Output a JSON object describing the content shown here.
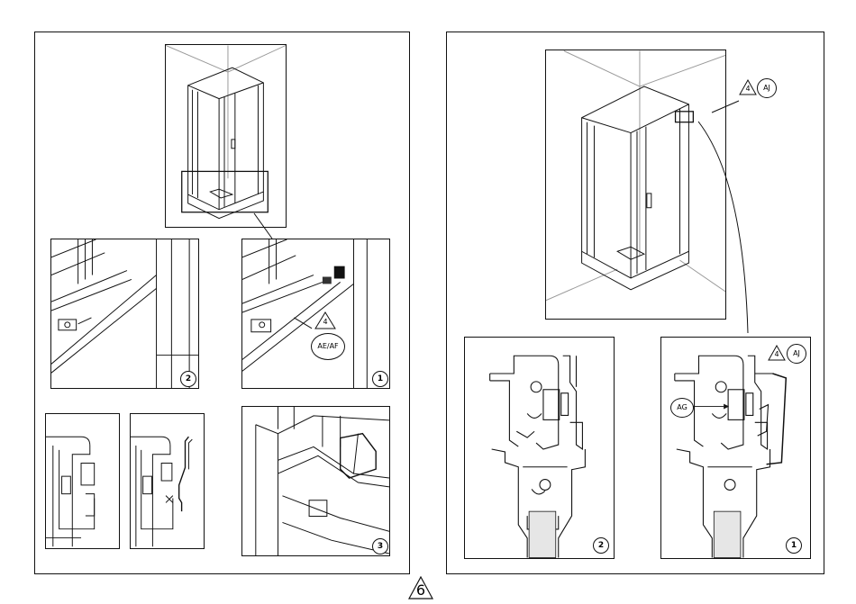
{
  "page_number": "6",
  "left_sheet": {
    "step_badges": {
      "detail_1": "1",
      "detail_2": "2",
      "detail_3": "3"
    },
    "ref_triangle": "4",
    "ref_code": "AE/AF"
  },
  "right_sheet": {
    "step_badges": {
      "detail_1": "1",
      "detail_2": "2"
    },
    "top_ref_triangle": "4",
    "top_ref_code": "AJ",
    "detail_ref_triangle": "4",
    "detail_ref_code": "AJ",
    "profile_label": "AG"
  }
}
